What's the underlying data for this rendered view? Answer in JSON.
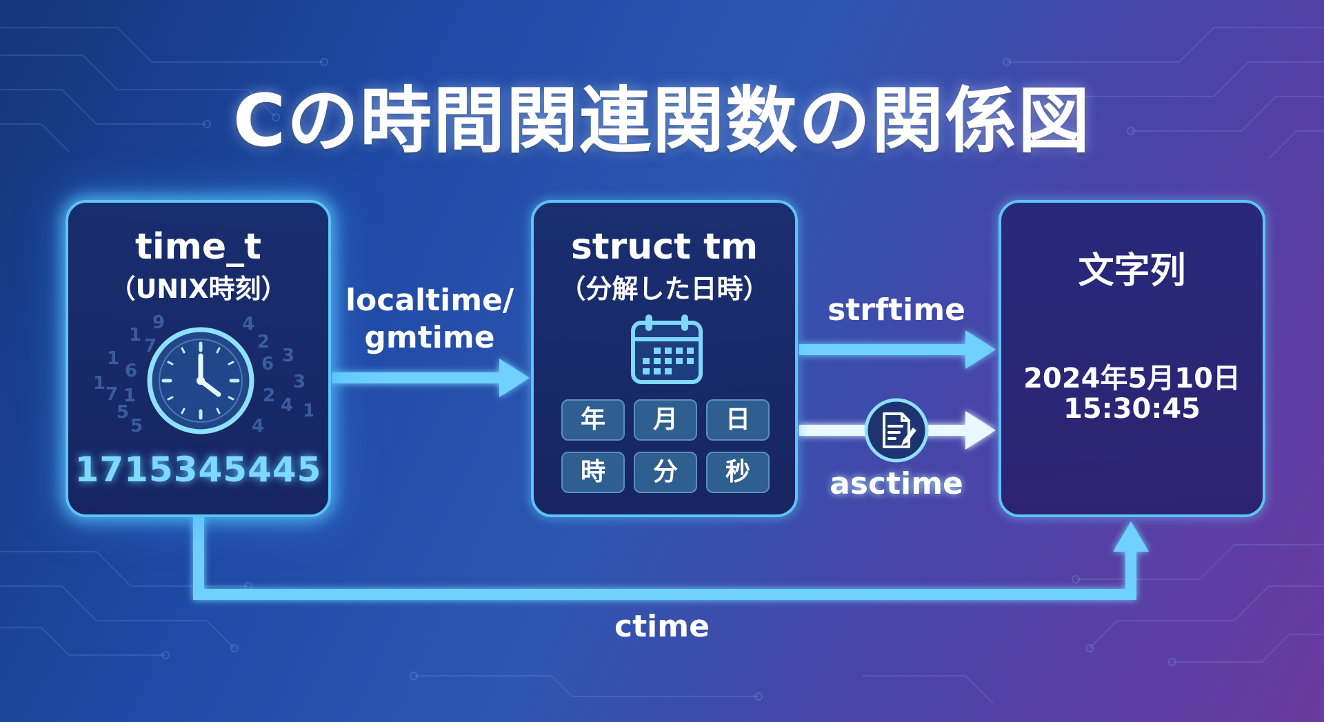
{
  "title": "Cの時間関連関数の関係図",
  "time_t": {
    "title": "time_t",
    "subtitle": "（UNIX時刻）",
    "value": "1715345445",
    "decor_digits": [
      "1",
      "7",
      "1",
      "6",
      "7",
      "1",
      "5",
      "5",
      "9",
      "4",
      "2",
      "3",
      "6",
      "2",
      "4",
      "3",
      "4",
      "1",
      "1"
    ]
  },
  "struct_tm": {
    "title": "struct tm",
    "subtitle": "（分解した日時）",
    "units": [
      "年",
      "月",
      "日",
      "時",
      "分",
      "秒"
    ]
  },
  "string_box": {
    "title": "文字列",
    "date": "2024年5月10日",
    "time": "15:30:45"
  },
  "arrows": {
    "localtime_gmtime": "localtime/",
    "localtime_gmtime_2": "gmtime",
    "strftime": "strftime",
    "asctime": "asctime",
    "ctime": "ctime"
  },
  "colors": {
    "accent": "#5cc4f5",
    "digits": "#7fd8ff",
    "arrow_glow": "#b9ecff"
  },
  "icons": [
    "clock-icon",
    "calendar-icon",
    "document-edit-icon"
  ]
}
